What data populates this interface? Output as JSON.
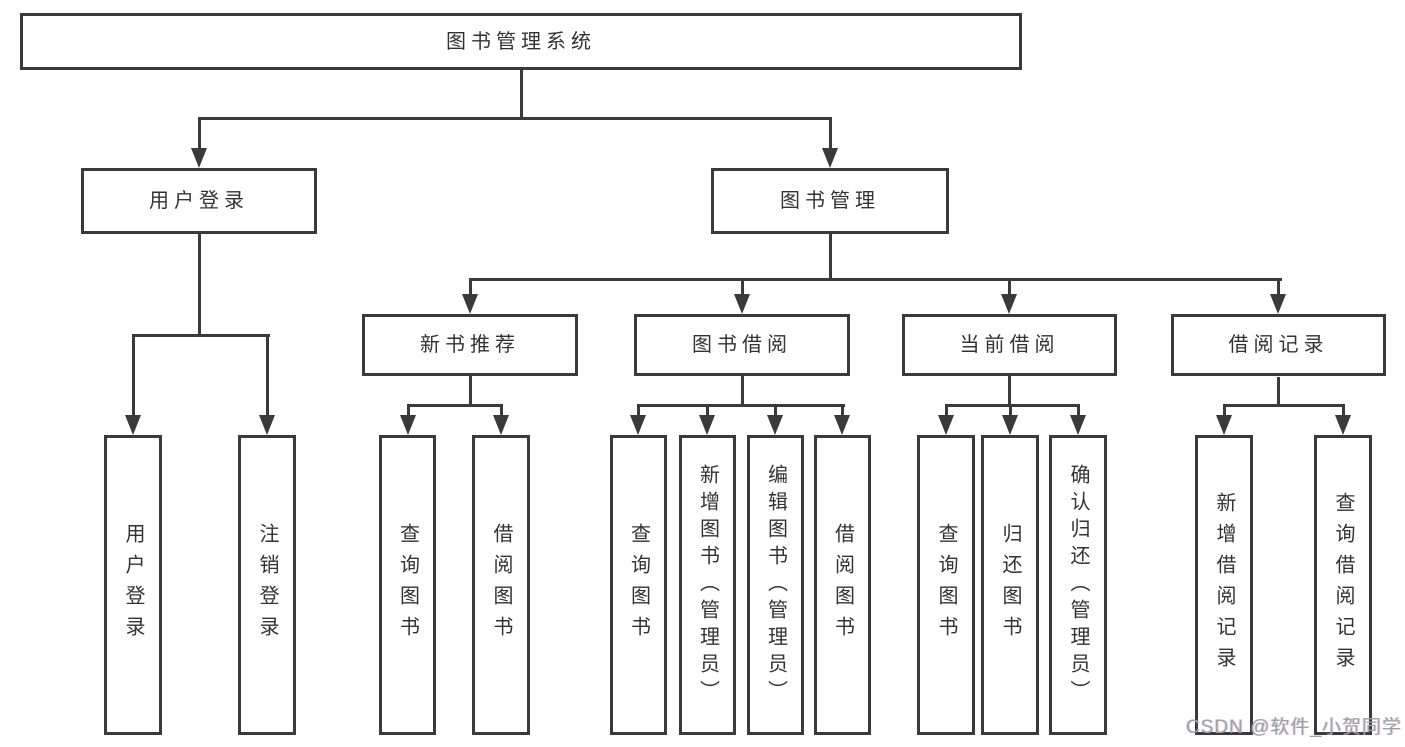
{
  "nodes": {
    "root": "图书管理系统",
    "user_login": "用户登录",
    "book_mgmt": "图书管理",
    "new_book": "新书推荐",
    "book_borrow": "图书借阅",
    "current_borrow": "当前借阅",
    "borrow_record": "借阅记录",
    "user_login_children": [
      "用户登录",
      "注销登录"
    ],
    "new_book_children": [
      "查询图书",
      "借阅图书"
    ],
    "book_borrow_children": [
      "查询图书",
      "新增图书（管理员）",
      "编辑图书（管理员）",
      "借阅图书"
    ],
    "current_borrow_children": [
      "查询图书",
      "归还图书",
      "确认归还（管理员）"
    ],
    "borrow_record_children": [
      "新增借阅记录",
      "查询借阅记录"
    ]
  },
  "watermark": "CSDN @软件_小贺同学",
  "colors": {
    "line": "#3a3a3a",
    "text": "#333333",
    "background": "#ffffff",
    "watermark": "#a0a0a6"
  }
}
